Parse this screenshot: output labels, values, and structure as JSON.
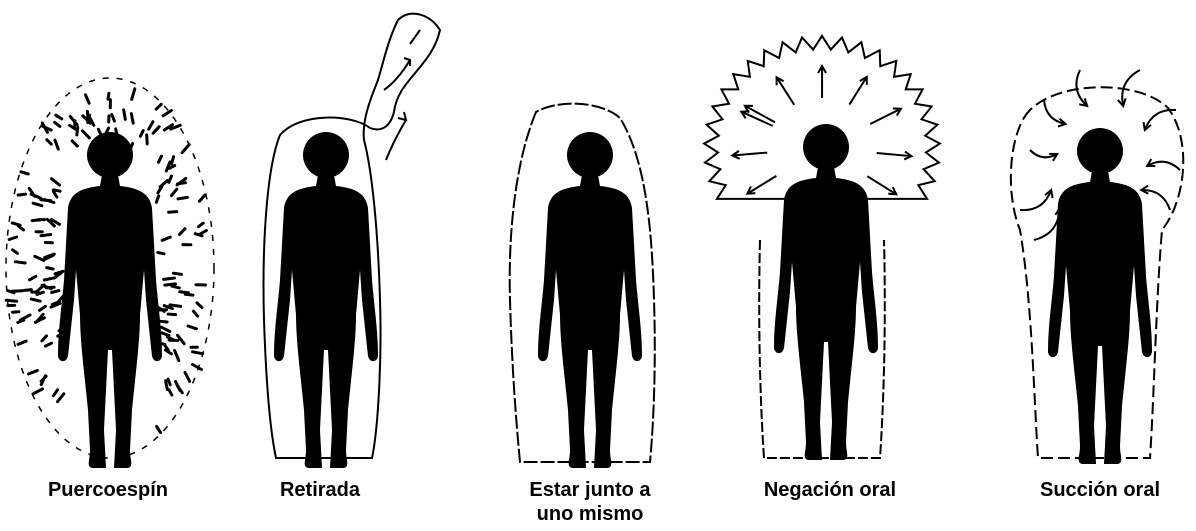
{
  "figures": [
    {
      "caption": "Puercoespín",
      "aura": "quills"
    },
    {
      "caption": "Retirada",
      "aura": "withdrawal"
    },
    {
      "caption": "Estar junto a\nuno mismo",
      "aura": "contained"
    },
    {
      "caption": "Negación oral",
      "aura": "spiky-outward"
    },
    {
      "caption": "Succión oral",
      "aura": "inward-arrows"
    }
  ],
  "colors": {
    "ink": "#000000",
    "background": "#ffffff"
  }
}
